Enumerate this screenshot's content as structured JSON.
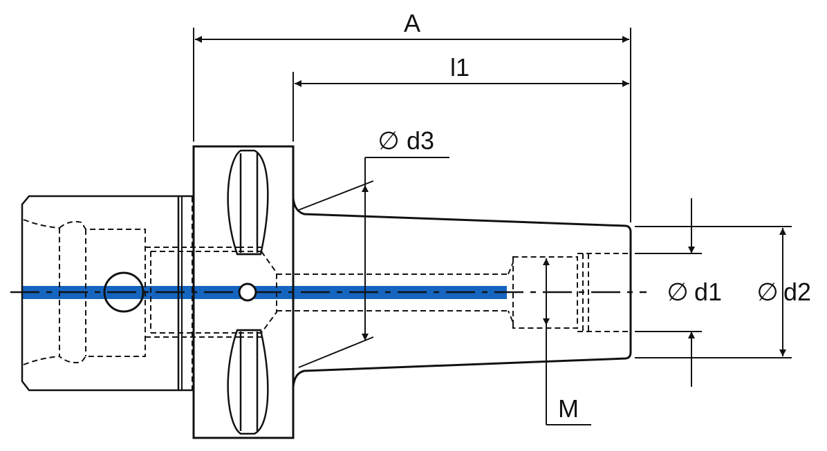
{
  "labels": {
    "A": "A",
    "l1": "l1",
    "d3": "d3",
    "d1": "d1",
    "d2": "d2",
    "M": "M"
  },
  "diameter_symbol": "∅",
  "colors": {
    "line": "#111111",
    "coolant_channel": "#1565c0"
  }
}
